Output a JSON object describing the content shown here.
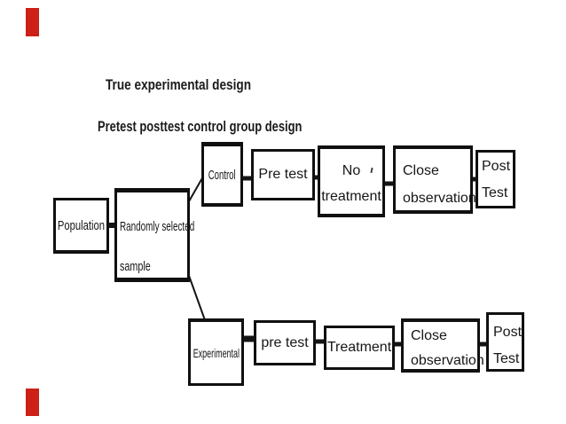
{
  "page": {
    "background": "#ffffff",
    "title": "True experimental design",
    "subtitle": "Pretest posttest control group design"
  },
  "artifacts": {
    "left_edge_mark_color": "#cd2016"
  },
  "diagram": {
    "line_color": "#141414",
    "nodes": {
      "population": {
        "label": "Population"
      },
      "sample": {
        "line1": "Randomly selected",
        "line2": "sample"
      },
      "control": {
        "label": "Control"
      },
      "pretest_top": {
        "label": "Pre test"
      },
      "no_treatment": {
        "line1": "No",
        "line2": "treatment"
      },
      "close_obs_top": {
        "line1": "Close",
        "line2": "observation"
      },
      "post_test_top": {
        "line1": "Post",
        "line2": "Test"
      },
      "experimental": {
        "label": "Experimental"
      },
      "pretest_bottom": {
        "label": "pre test"
      },
      "treatment": {
        "label": "Treatment"
      },
      "close_obs_bottom": {
        "line1": "Close",
        "line2": "observation"
      },
      "post_test_bottom": {
        "line1": "Post",
        "line2": "Test"
      }
    }
  }
}
